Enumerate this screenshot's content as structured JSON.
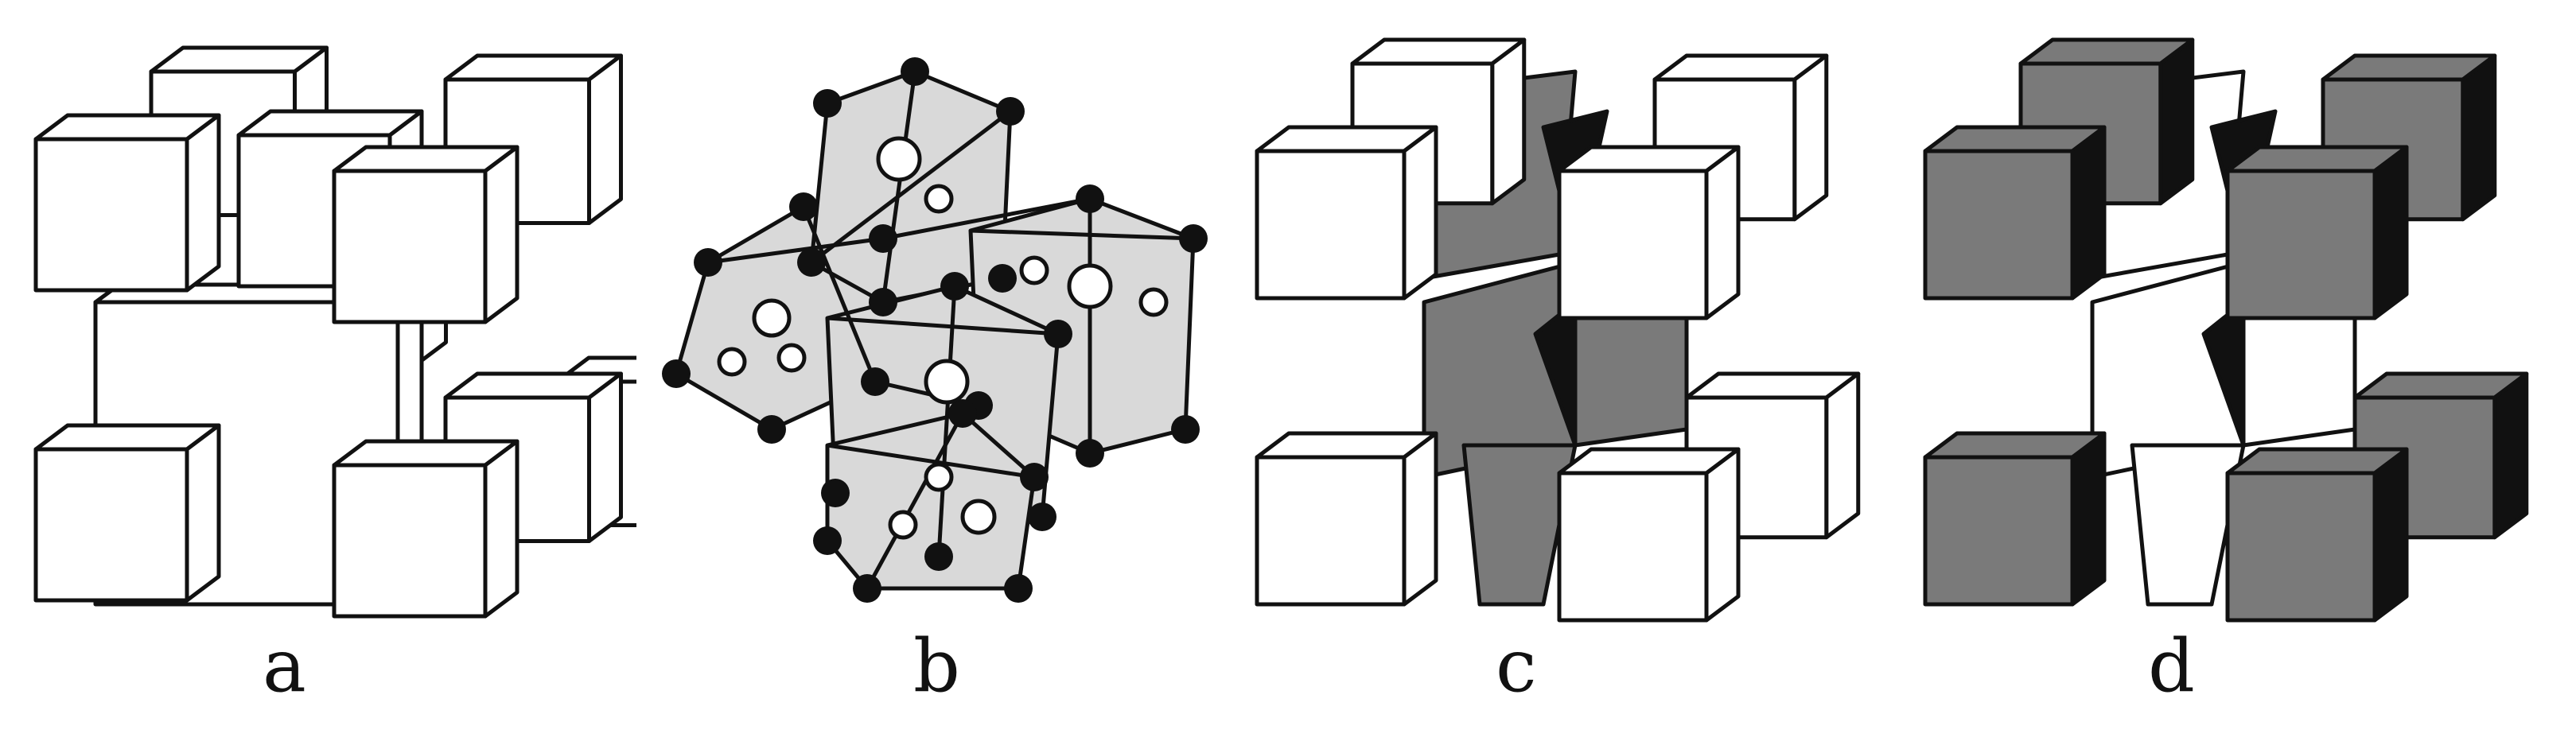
{
  "panels": [
    {
      "id": "a",
      "label": "a"
    },
    {
      "id": "b",
      "label": "b"
    },
    {
      "id": "c",
      "label": "c"
    },
    {
      "id": "d",
      "label": "d"
    }
  ],
  "colors": {
    "white": "#ffffff",
    "gray": "#7a7a7a",
    "light_gray": "#d9d9d9",
    "black": "#111111"
  }
}
